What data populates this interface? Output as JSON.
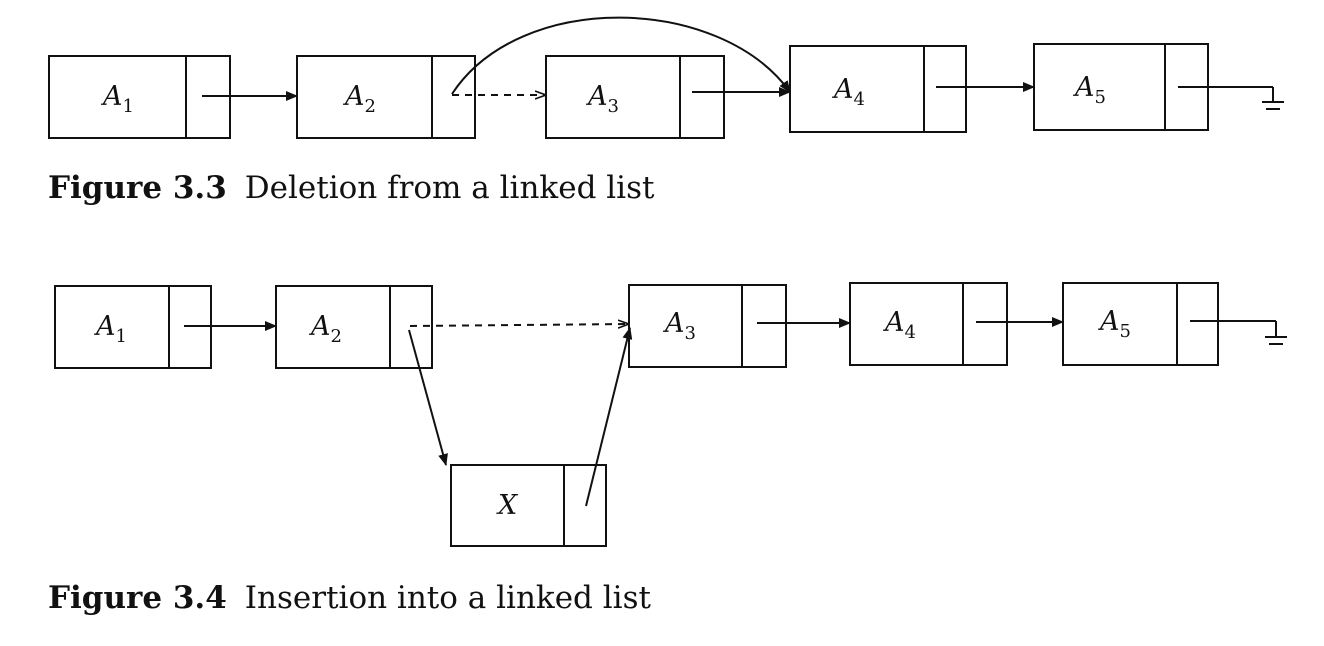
{
  "figures": [
    {
      "number": "Figure 3.3",
      "caption": "Deletion from a linked list",
      "nodes": [
        {
          "letter": "A",
          "sub": "1"
        },
        {
          "letter": "A",
          "sub": "2"
        },
        {
          "letter": "A",
          "sub": "3"
        },
        {
          "letter": "A",
          "sub": "4"
        },
        {
          "letter": "A",
          "sub": "5"
        }
      ]
    },
    {
      "number": "Figure 3.4",
      "caption": "Insertion into a linked list",
      "nodes": [
        {
          "letter": "A",
          "sub": "1"
        },
        {
          "letter": "A",
          "sub": "2"
        },
        {
          "letter": "A",
          "sub": "3"
        },
        {
          "letter": "A",
          "sub": "4"
        },
        {
          "letter": "A",
          "sub": "5"
        },
        {
          "letter": "X",
          "sub": ""
        }
      ]
    }
  ]
}
